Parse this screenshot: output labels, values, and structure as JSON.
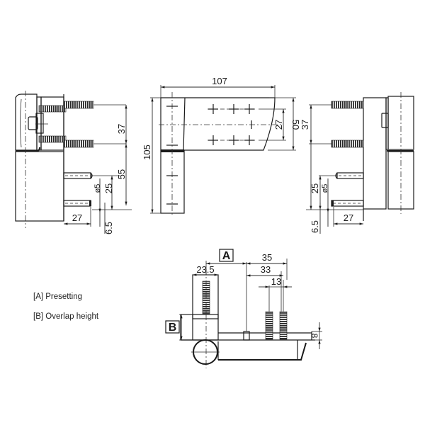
{
  "drawing": {
    "type": "technical drawing - door hinge",
    "views": [
      "left side view",
      "front view",
      "right side view",
      "top section view"
    ]
  },
  "left_view": {
    "dimensions": {
      "d37": "37",
      "d55": "55",
      "d25": "25",
      "d_phi5": "ø5",
      "d27": "27",
      "d6_5": "6.5"
    }
  },
  "front_view": {
    "dimensions": {
      "width": "107",
      "height": "105",
      "d27": "27",
      "d50": "50"
    }
  },
  "right_view": {
    "dimensions": {
      "d37": "37",
      "d25": "25",
      "d_phi5": "ø5",
      "d27": "27",
      "d6_5": "6.5"
    }
  },
  "top_view": {
    "labels": {
      "a": "A",
      "b": "B"
    },
    "dimensions": {
      "d23_5": "23.5",
      "d35": "35",
      "d33": "33",
      "d13": "13",
      "d8": "8"
    }
  },
  "legend": {
    "items": [
      {
        "key": "[A]",
        "text": "[A] Presetting"
      },
      {
        "key": "[B]",
        "text": "[B] Overlap height"
      }
    ]
  }
}
